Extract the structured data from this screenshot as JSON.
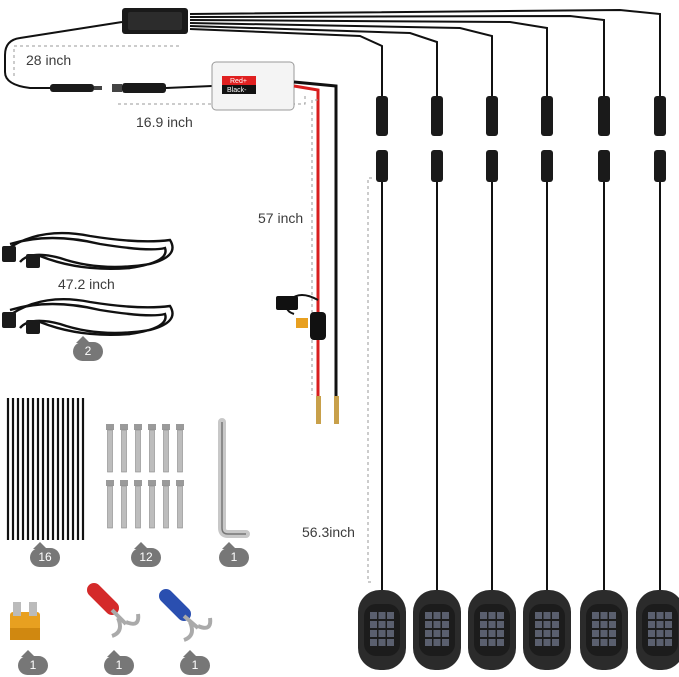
{
  "dimensions": {
    "controller_cable": "28 inch",
    "extension_lead": "16.9 inch",
    "power_lead": "57 inch",
    "extension_cables": "47.2 inch",
    "pod_lead": "56.3inch"
  },
  "switch_box": {
    "red_label": "Red+",
    "black_label": "Black-"
  },
  "quantities": {
    "extension_cables": "2",
    "cable_ties": "16",
    "screws": "12",
    "hex_key": "1",
    "fuse": "1",
    "red_terminal": "1",
    "blue_terminal": "1"
  },
  "colors": {
    "cable": "#111111",
    "red_wire": "#d81e1e",
    "pod_body": "#2b2b2b",
    "led": "#5a5f6e",
    "badge": "#777777",
    "fuse": "#e8a020",
    "red_terminal": "#d42a2a",
    "blue_terminal": "#2a4fb0"
  }
}
